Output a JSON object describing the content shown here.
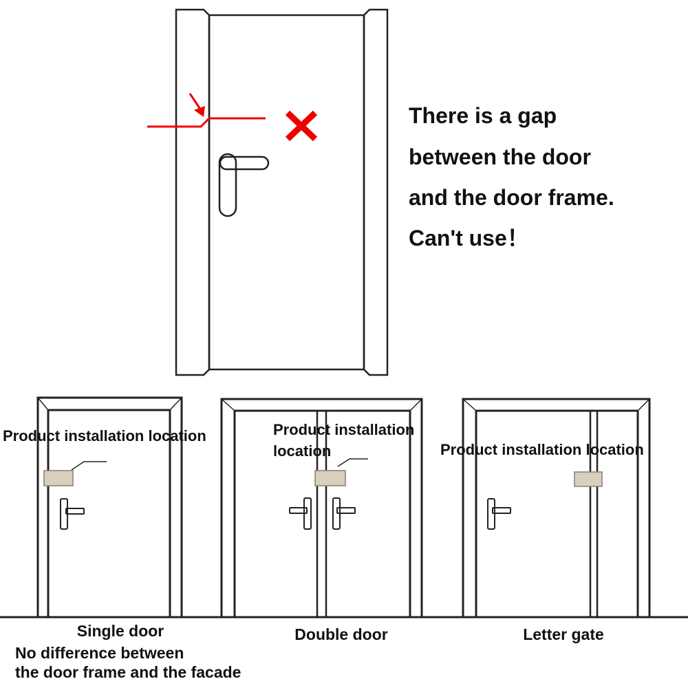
{
  "warning": {
    "lines": [
      "There is a gap",
      "between the door",
      "and the door frame.",
      "Can't use！"
    ],
    "mark_color": "#ee0000"
  },
  "panels": [
    {
      "label": "Product installation location",
      "caption": "Single door",
      "note": [
        "No difference between",
        "the door frame and the facade"
      ]
    },
    {
      "label": [
        "Product installation",
        "location"
      ],
      "caption": "Double door"
    },
    {
      "label": "Product installation location",
      "caption": "Letter gate"
    }
  ],
  "colors": {
    "line": "#222222",
    "lock": "#d9cfbe",
    "lock_stroke": "#8a7f70"
  }
}
